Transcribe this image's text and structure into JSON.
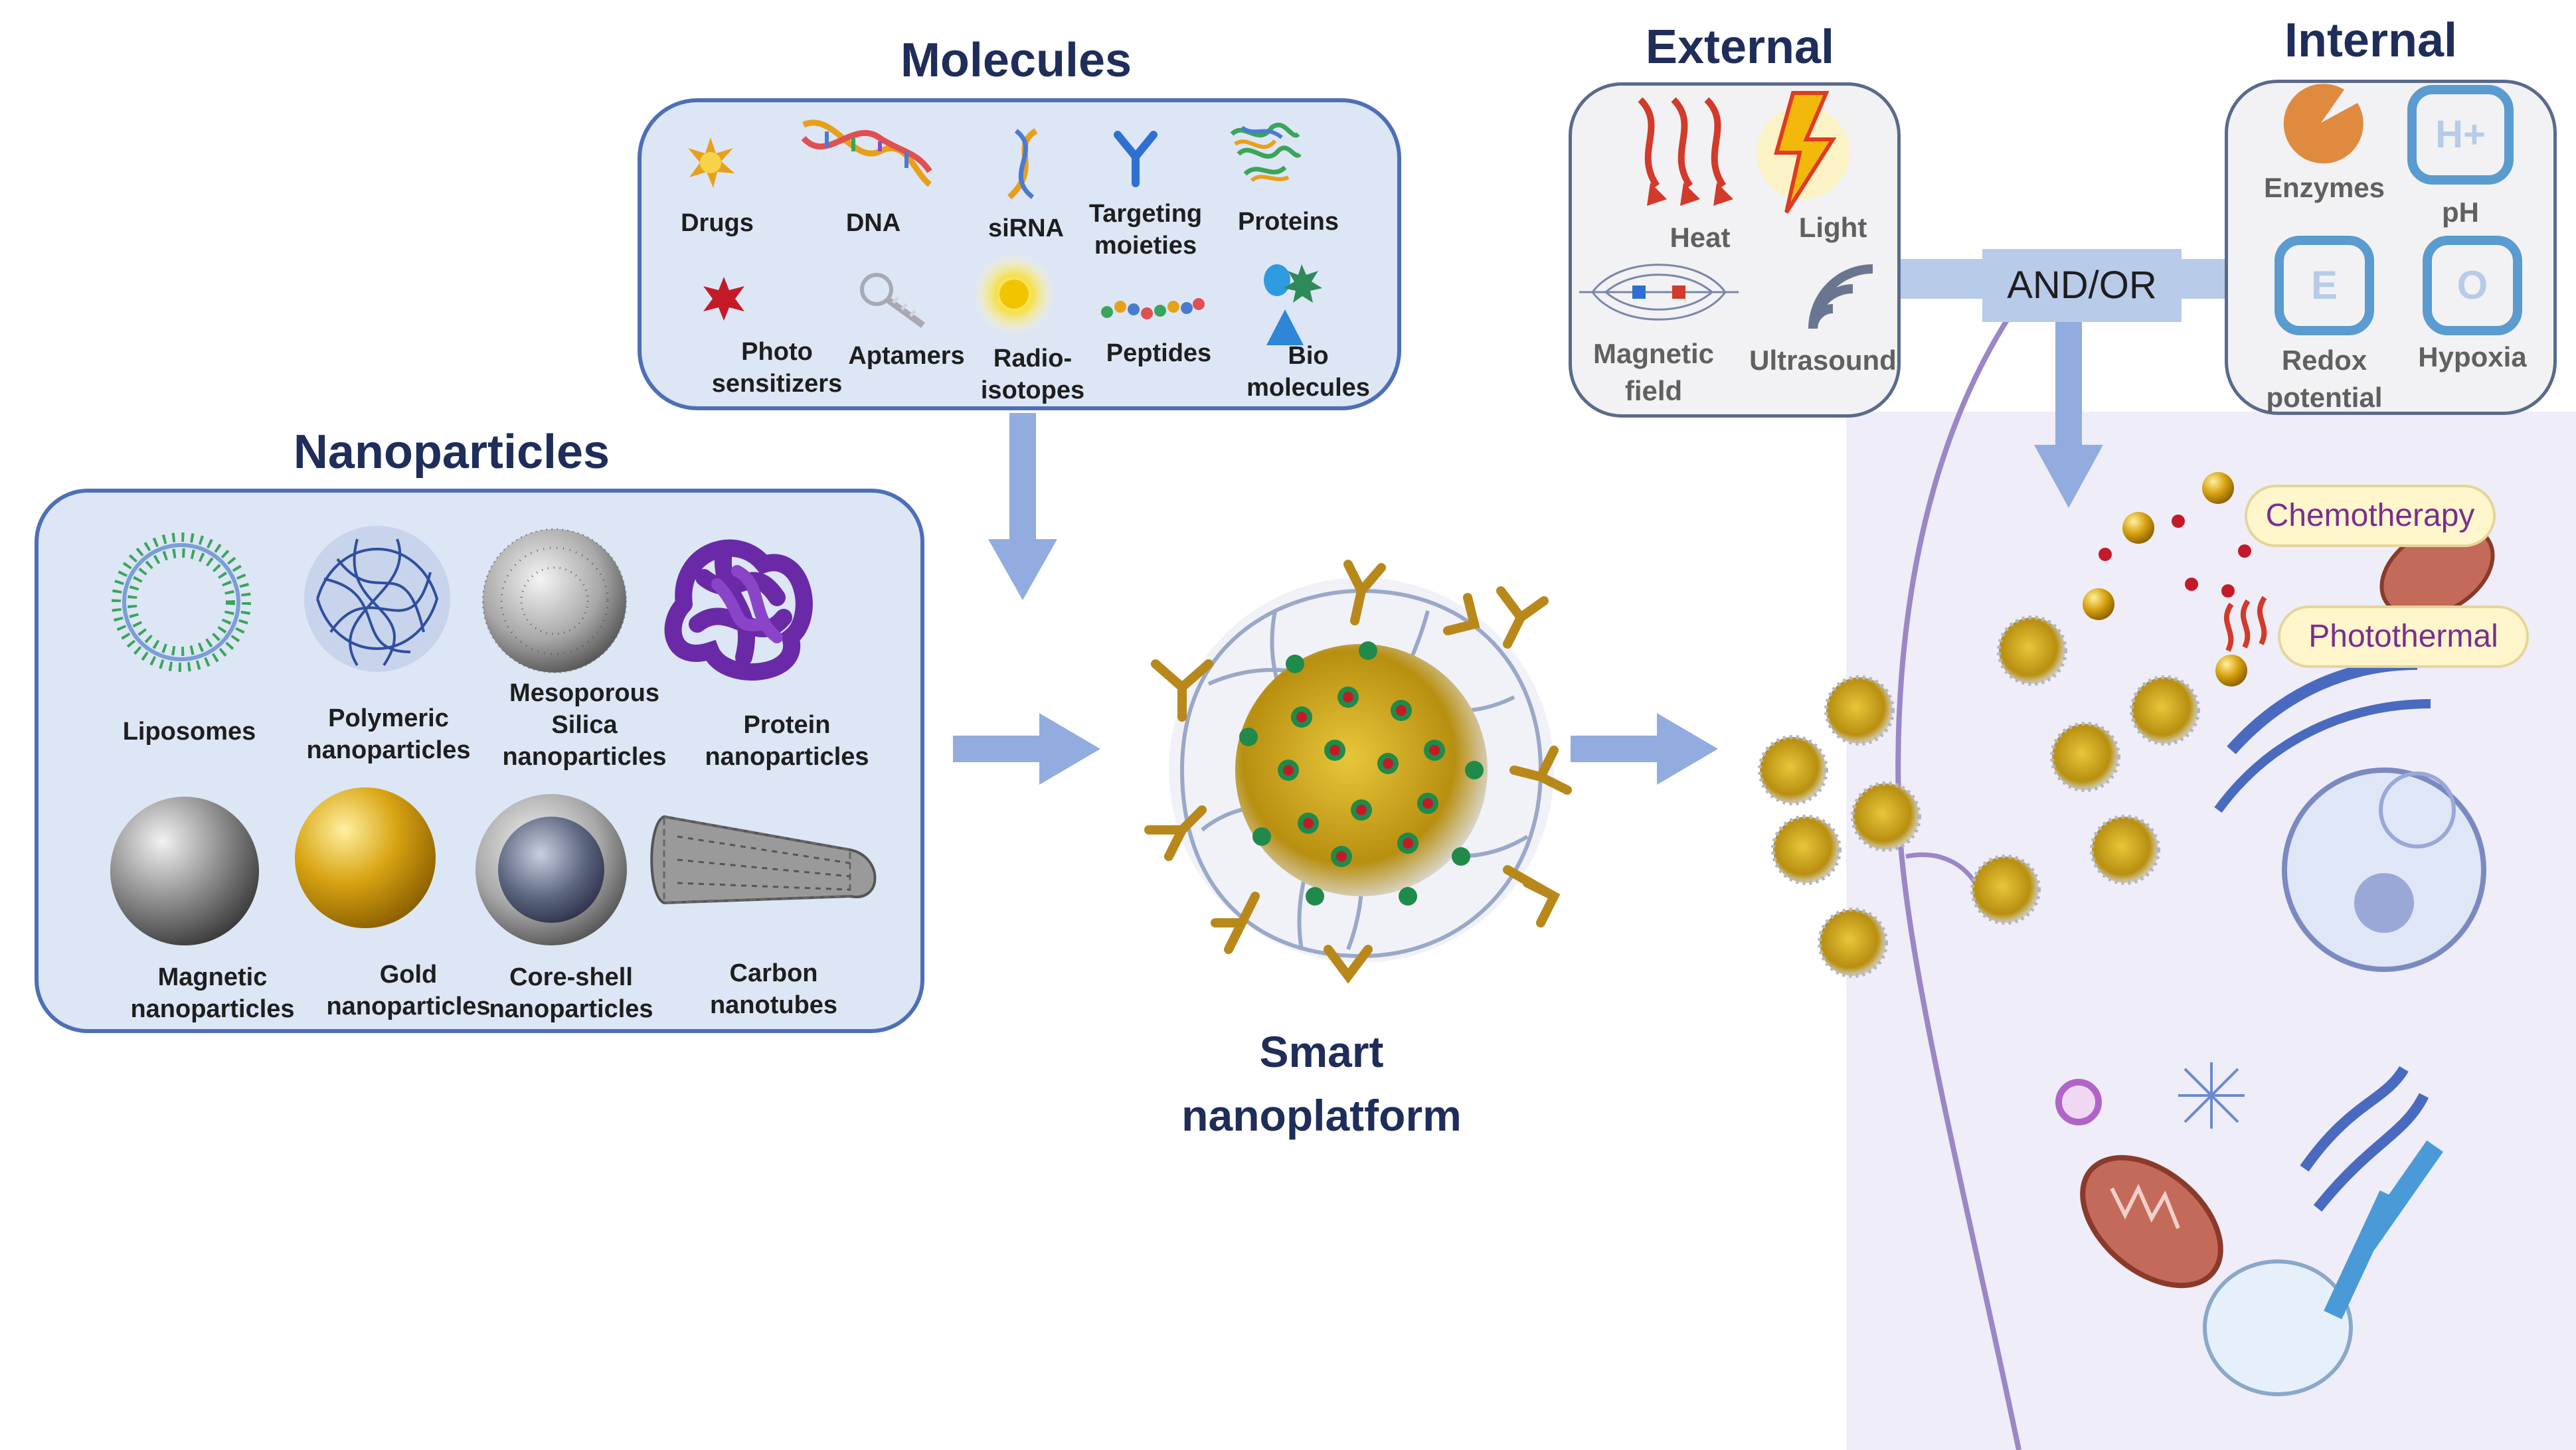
{
  "molecules": {
    "title": "Molecules",
    "items": [
      {
        "label": "Drugs"
      },
      {
        "label": "DNA"
      },
      {
        "label": "siRNA"
      },
      {
        "label": "Targeting\nmoieties"
      },
      {
        "label": "Proteins"
      },
      {
        "label": "Photo\nsensitizers"
      },
      {
        "label": "Aptamers"
      },
      {
        "label": "Radio-\nisotopes"
      },
      {
        "label": "Peptides"
      },
      {
        "label": "Bio\nmolecules"
      }
    ]
  },
  "nanoparticles": {
    "title": "Nanoparticles",
    "items": [
      {
        "label": "Liposomes"
      },
      {
        "label": "Polymeric\nnanoparticles"
      },
      {
        "label": "Mesoporous\nSilica\nnanoparticles"
      },
      {
        "label": "Protein\nnanoparticles"
      },
      {
        "label": "Magnetic\nnanoparticles"
      },
      {
        "label": "Gold\nnanoparticles"
      },
      {
        "label": "Core-shell\nnanoparticles"
      },
      {
        "label": "Carbon\nnanotubes"
      }
    ]
  },
  "center": {
    "label": "Smart\nnanoplatform"
  },
  "external": {
    "title": "External",
    "items": [
      {
        "label": "Heat"
      },
      {
        "label": "Light"
      },
      {
        "label": "Magnetic\nfield"
      },
      {
        "label": "Ultrasound"
      }
    ]
  },
  "internal": {
    "title": "Internal",
    "items": [
      {
        "label": "Enzymes"
      },
      {
        "label": "pH"
      },
      {
        "label": "Redox\npotential"
      },
      {
        "label": "Hypoxia"
      }
    ],
    "icon_letters": {
      "ph": "H+",
      "redox": "E",
      "hypoxia": "O"
    }
  },
  "connector": {
    "label": "AND/OR"
  },
  "outcomes": [
    {
      "label": "Chemotherapy"
    },
    {
      "label": "Photothermal"
    }
  ],
  "colors": {
    "panel_fill": "#dde6f5",
    "panel_border": "#4d6fb8",
    "arrow": "#92acdf",
    "title": "#1f2d5a",
    "outcome_text": "#7a2e8e",
    "cell_fill": "#efedf8",
    "membrane": "#9b86c6"
  }
}
